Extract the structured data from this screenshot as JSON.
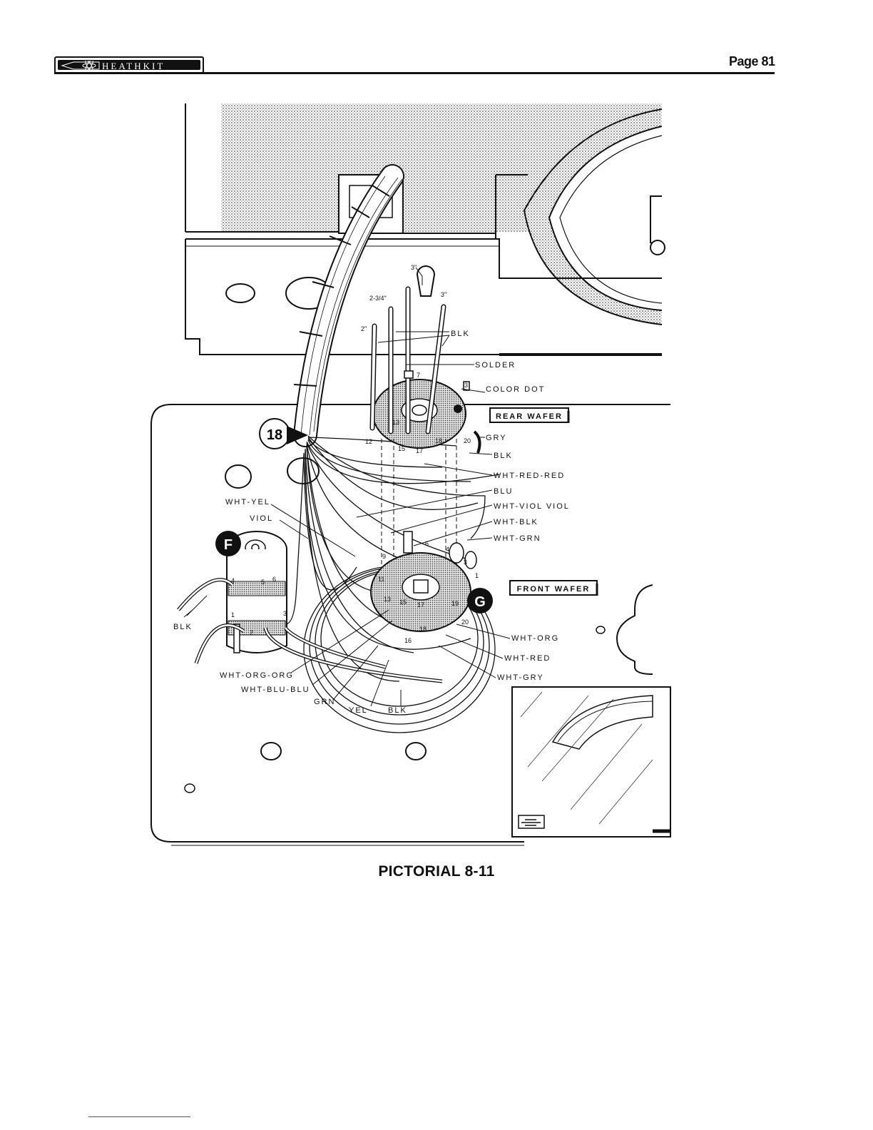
{
  "header": {
    "brand": "HEATHKIT",
    "page_label": "Page 81"
  },
  "figure": {
    "caption": "PICTORIAL 8-11",
    "callouts": {
      "step": "18",
      "switch_f": "F",
      "switch_g": "G"
    },
    "lengths": {
      "l1": "3\"",
      "l2": "2-3/4\"",
      "l3": "3\"",
      "l4": "2\""
    },
    "boxes": {
      "rear": "REAR WAFER",
      "front": "FRONT WAFER"
    },
    "labels": {
      "blk_top": "BLK",
      "solder": "SOLDER",
      "color_dot": "COLOR DOT",
      "gry": "GRY",
      "blk_mid": "BLK",
      "wht_red_red": "WHT-RED-RED",
      "blu": "BLU",
      "wht_viol_viol": "WHT-VIOL VIOL",
      "wht_blk": "WHT-BLK",
      "wht_grn": "WHT-GRN",
      "wht_yel": "WHT-YEL",
      "viol": "VIOL",
      "blk_left": "BLK",
      "wht_org": "WHT-ORG",
      "wht_red": "WHT-RED",
      "wht_gry": "WHT-GRY",
      "wht_org_org": "WHT-ORG-ORG",
      "wht_blu_blu": "WHT-BLU-BLU",
      "grn": "GRN",
      "yel": "YEL",
      "blk_bottom": "BLK"
    },
    "rear_pins": [
      "3",
      "7",
      "12",
      "13",
      "15",
      "17",
      "18",
      "20"
    ],
    "front_pins": [
      "9",
      "11",
      "6",
      "4",
      "3",
      "1",
      "13",
      "15",
      "17",
      "19",
      "20",
      "18",
      "16"
    ],
    "f_pins": [
      "4",
      "5",
      "6",
      "1",
      "2",
      "3"
    ]
  }
}
